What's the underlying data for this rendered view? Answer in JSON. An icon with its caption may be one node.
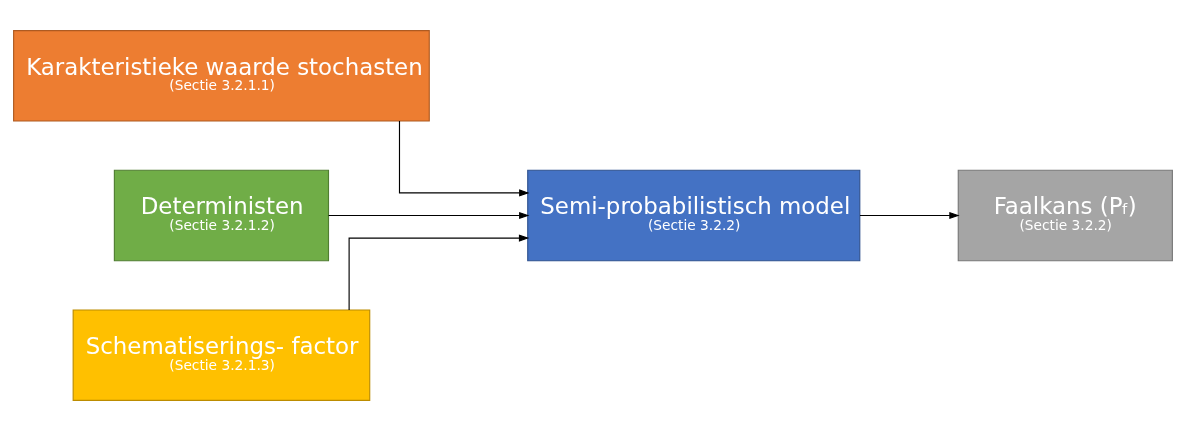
{
  "diagram": {
    "nodes": [
      {
        "text": [
          "Karakteristieke waarde stochasten",
          "(Sectie 3.2.1.1)"
        ]
      },
      {
        "text": [
          "Deterministen",
          "(Sectie 3.2.1.2)"
        ]
      },
      {
        "text": [
          "Schematiserings- factor",
          "(Sectie 3.2.1.3)"
        ]
      },
      {
        "text": [
          "Semi-probabilistisch model",
          "(Sectie 3.2.2)"
        ]
      },
      {
        "text": [
          "Faalkans (P$_{f}$)",
          "(Sectie 3.2.2)"
        ]
      }
    ],
    "edges": [
      {
        "from": 0,
        "to": 3,
        "arrow": "to"
      },
      {
        "from": 1,
        "to": 3,
        "arrow": "to"
      },
      {
        "from": 2,
        "to": 3,
        "arrow": "to"
      },
      {
        "from": 3,
        "to": 4,
        "arrow": "to"
      }
    ]
  }
}
